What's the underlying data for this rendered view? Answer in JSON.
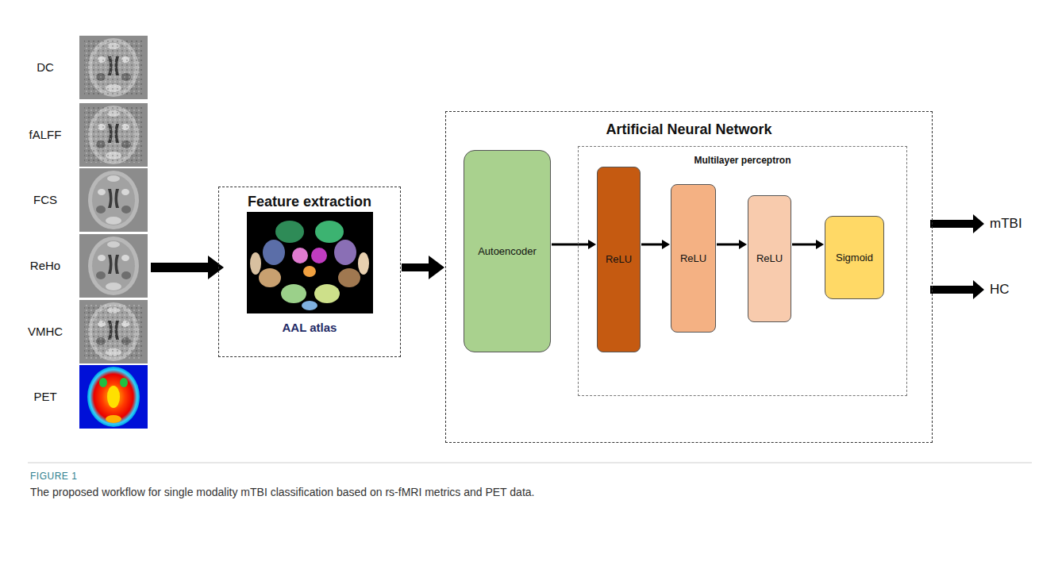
{
  "diagram": {
    "caption": "The proposed workflow for single modality mTBI classification based on rs-fMRI metrics and PET data.",
    "nodes": [
      {
        "text": [
          "Feature extraction",
          "AAL atlas"
        ]
      },
      {
        "text": [
          "Artificial Neural Network"
        ]
      },
      {
        "text": [
          "Autoencoder"
        ],
        "in": 1
      },
      {
        "text": [
          "Multilayer perceptron"
        ],
        "in": 1
      },
      {
        "text": [
          "ReLU"
        ],
        "in": 3
      },
      {
        "text": [
          "ReLU"
        ],
        "in": 3
      },
      {
        "text": [
          "ReLU"
        ],
        "in": 3
      },
      {
        "text": [
          "Sigmoid"
        ],
        "in": 3
      }
    ],
    "edges": [
      {
        "from": 0,
        "to": 1,
        "arrow": "to"
      },
      {
        "from": 2,
        "to": 4,
        "arrow": "to"
      },
      {
        "from": 4,
        "to": 5,
        "arrow": "to"
      },
      {
        "from": 5,
        "to": 6,
        "arrow": "to"
      },
      {
        "from": 6,
        "to": 7,
        "arrow": "to"
      }
    ],
    "labels": [
      "DC",
      "fALFF",
      "FCS",
      "ReHo",
      "VMHC",
      "PET",
      "mTBI",
      "HC",
      "FIGURE 1"
    ]
  }
}
